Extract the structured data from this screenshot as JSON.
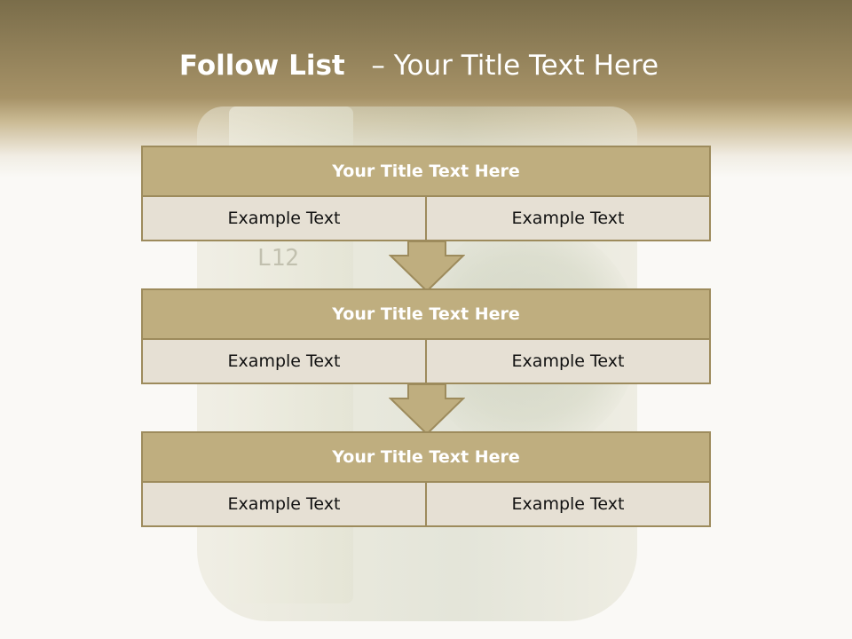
{
  "title": {
    "bold": "Follow List",
    "rest": "– Your Title Text Here"
  },
  "blocks": [
    {
      "title": "Your Title Text Here",
      "left": "Example Text",
      "right": "Example Text"
    },
    {
      "title": "Your Title Text Here",
      "left": "Example Text",
      "right": "Example Text"
    },
    {
      "title": "Your Title Text Here",
      "left": "Example Text",
      "right": "Example Text"
    }
  ],
  "background": {
    "serial": "L12"
  },
  "colors": {
    "header": "#a69267",
    "block_title": "#bfae7f",
    "block_cell": "#e6e0d4",
    "border": "#9d8b5c"
  }
}
